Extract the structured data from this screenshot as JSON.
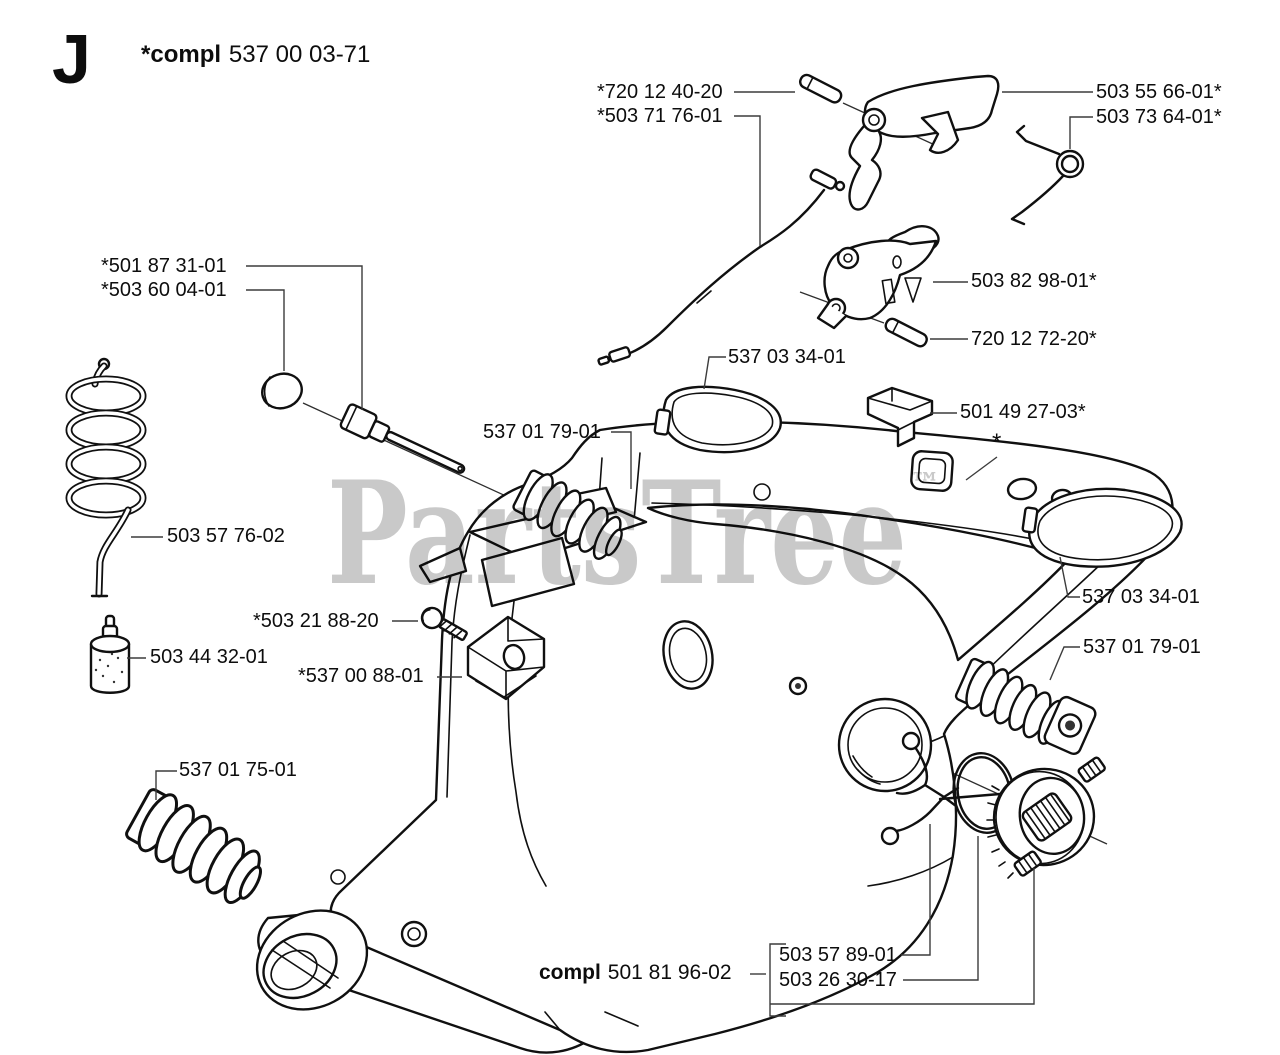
{
  "header": {
    "section_letter": "J",
    "assembly_prefix": "*compl",
    "assembly_number": "537 00 03-71"
  },
  "watermark": {
    "text": "PartsTree",
    "trademark": "™",
    "color": "#c9c9c9"
  },
  "colors": {
    "background": "#ffffff",
    "line_art": "#101010",
    "leader_line": "#3c3c3c",
    "label_text": "#0d0d0d",
    "watermark": "#c9c9c9"
  },
  "part_labels": [
    {
      "id": "throttle-pin",
      "text": "*720 12 40-20"
    },
    {
      "id": "throttle-cable",
      "text": "*503 71 76-01"
    },
    {
      "id": "throttle-trigger",
      "text": "503 55 66-01*"
    },
    {
      "id": "trigger-spring",
      "text": "503 73 64-01*"
    },
    {
      "id": "plunger",
      "text": "*501 87 31-01"
    },
    {
      "id": "cap",
      "text": "*503 60 04-01"
    },
    {
      "id": "lockout-lever",
      "text": "503 82 98-01*"
    },
    {
      "id": "lockout-pin",
      "text": "720 12 72-20*"
    },
    {
      "id": "handle-cover-left",
      "text": "537 03 34-01"
    },
    {
      "id": "clip",
      "text": "501 49 27-03*"
    },
    {
      "id": "av-spring-left",
      "text": "537 01 79-01"
    },
    {
      "id": "asterisk-ref",
      "text": "*"
    },
    {
      "id": "tank-spring",
      "text": "503 57 76-02"
    },
    {
      "id": "handle-cover-right",
      "text": "537 03 34-01"
    },
    {
      "id": "screw",
      "text": "*503 21 88-20"
    },
    {
      "id": "av-spring-right",
      "text": "537 01 79-01"
    },
    {
      "id": "fuel-filter",
      "text": "503 44 32-01"
    },
    {
      "id": "bracket",
      "text": "*537 00 88-01"
    },
    {
      "id": "av-spring-bottom",
      "text": "537 01 75-01"
    },
    {
      "id": "fuel-cap-retainer",
      "text": "503 57 89-01"
    },
    {
      "id": "fuel-cap-oring",
      "text": "503 26 30-17"
    }
  ],
  "bottom_assembly": {
    "prefix": "compl",
    "number": "501 81 96-02"
  }
}
